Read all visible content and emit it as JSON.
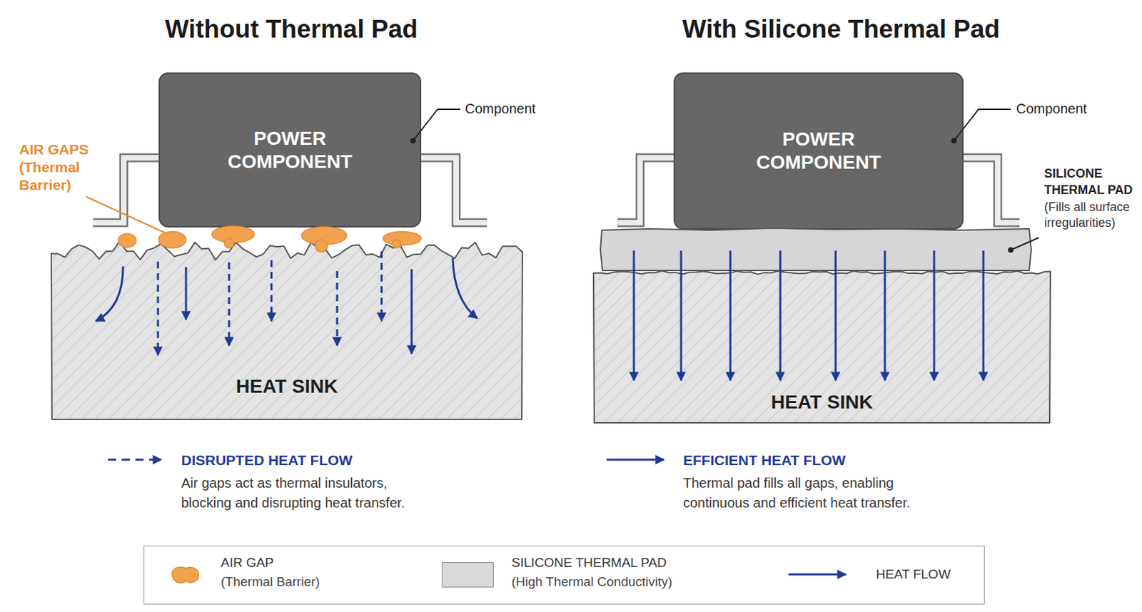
{
  "diagram": {
    "nodes": [
      {
        "text": [
          "POWER COMPONENT"
        ]
      },
      {
        "text": [
          "HEAT SINK"
        ]
      },
      {
        "text": [
          "POWER COMPONENT"
        ]
      },
      {
        "text": [
          "HEAT SINK"
        ]
      }
    ],
    "labels": [
      "Without Thermal Pad",
      "With Silicone Thermal Pad",
      "Component",
      "AIR GAPS",
      "(Thermal Barrier)",
      "Component",
      "SILICONE THERMAL PAD",
      "(Fills all surface irregularities)",
      "DISRUPTED HEAT FLOW",
      "Air gaps act as thermal insulators, blocking and disrupting heat transfer.",
      "EFFICIENT HEAT FLOW",
      "Thermal pad fills all gaps, enabling continuous and efficient heat transfer.",
      "(Thermal Barrier)",
      "(High Thermal Conductivity)"
    ],
    "legend": [
      {
        "text": "AIR GAP",
        "color": "#f2a14e"
      },
      {
        "text": "SILICONE THERMAL PAD",
        "color": "#d9d9d9"
      },
      {
        "text": "HEAT FLOW"
      }
    ]
  }
}
